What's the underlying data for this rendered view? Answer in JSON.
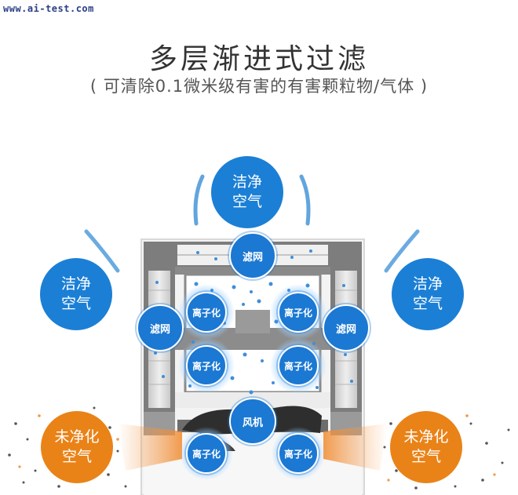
{
  "watermark": "www.ai-test.com",
  "title": "多层渐进式过滤",
  "subtitle": "( 可清除0.1微米级有害的有害颗粒物/气体 )",
  "labels": {
    "clean_top_1": "洁净",
    "clean_top_2": "空气",
    "clean_left_1": "洁净",
    "clean_left_2": "空气",
    "clean_right_1": "洁净",
    "clean_right_2": "空气",
    "dirty_left_1": "未净化",
    "dirty_left_2": "空气",
    "dirty_right_1": "未净化",
    "dirty_right_2": "空气",
    "filter_top": "滤网",
    "filter_left": "滤网",
    "filter_right": "滤网",
    "fan": "风机",
    "ion_1": "离子化",
    "ion_2": "离子化",
    "ion_3": "离子化",
    "ion_4": "离子化",
    "ion_5": "离子化",
    "ion_6": "离子化"
  },
  "colors": {
    "clean_blue": "#1b7fd6",
    "unpurified_orange": "#e98318",
    "title": "#333333"
  },
  "icons": [
    "airflow-arrow-icon",
    "particle-dot-icon",
    "fan-blade-icon"
  ]
}
